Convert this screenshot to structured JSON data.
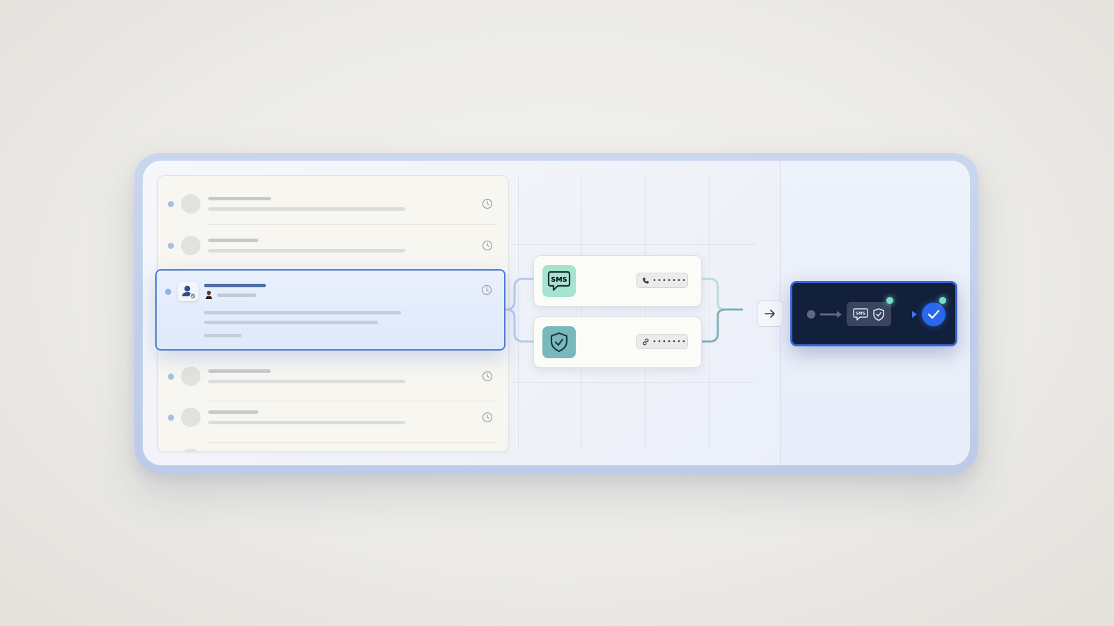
{
  "list": {
    "rows": [
      {
        "state": "default"
      },
      {
        "state": "default"
      },
      {
        "state": "selected",
        "has_avatar_icon": true
      },
      {
        "state": "default"
      },
      {
        "state": "default"
      }
    ]
  },
  "channels": {
    "sms": {
      "tile_label": "SMS",
      "icon": "chat-bubble-icon",
      "target_icon": "phone-icon",
      "masked_value": "•••••••",
      "color": "#9fe0c8"
    },
    "secure_link": {
      "icon": "shield-check-icon",
      "target_icon": "link-icon",
      "masked_value": "•••••••",
      "color": "#7fbcc0"
    }
  },
  "result": {
    "chip_label": "SMS",
    "icons": [
      "chat-bubble-icon",
      "shield-check-icon",
      "checkmark-icon"
    ],
    "accent": "#2b67ee",
    "indicator": "#77e0c4"
  },
  "colors": {
    "selection": "#4d7ad3",
    "result_bg": "#13203b"
  }
}
